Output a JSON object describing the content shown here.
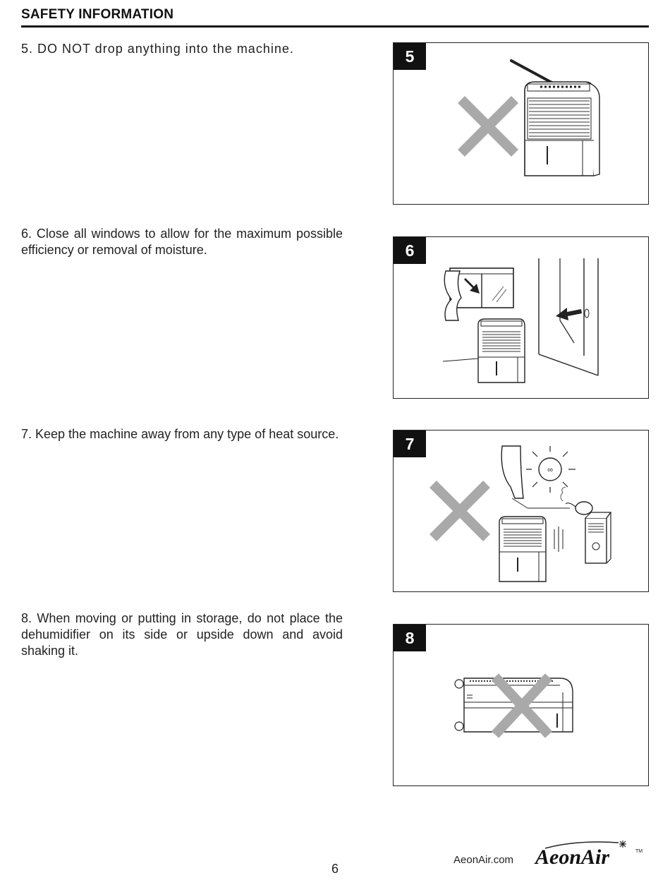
{
  "header": {
    "title": "SAFETY INFORMATION"
  },
  "items": [
    {
      "number": "5",
      "text": "5. DO NOT drop anything into the machine."
    },
    {
      "number": "6",
      "text": "6. Close all windows to allow for the maximum possible efficiency or  removal of moisture."
    },
    {
      "number": "7",
      "text": "7. Keep the machine away from any type of heat source."
    },
    {
      "number": "8",
      "text": "8. When moving or putting in storage, do not place the dehumidifier on  its  side or upside down and avoid shaking it."
    }
  ],
  "footer": {
    "page_number": "6",
    "website": "AeonAir.com",
    "logo_text": "AeonAir",
    "trademark": "TM"
  },
  "colors": {
    "cross": "#a9a9a9",
    "label_bg": "#111111",
    "line": "#222222"
  }
}
